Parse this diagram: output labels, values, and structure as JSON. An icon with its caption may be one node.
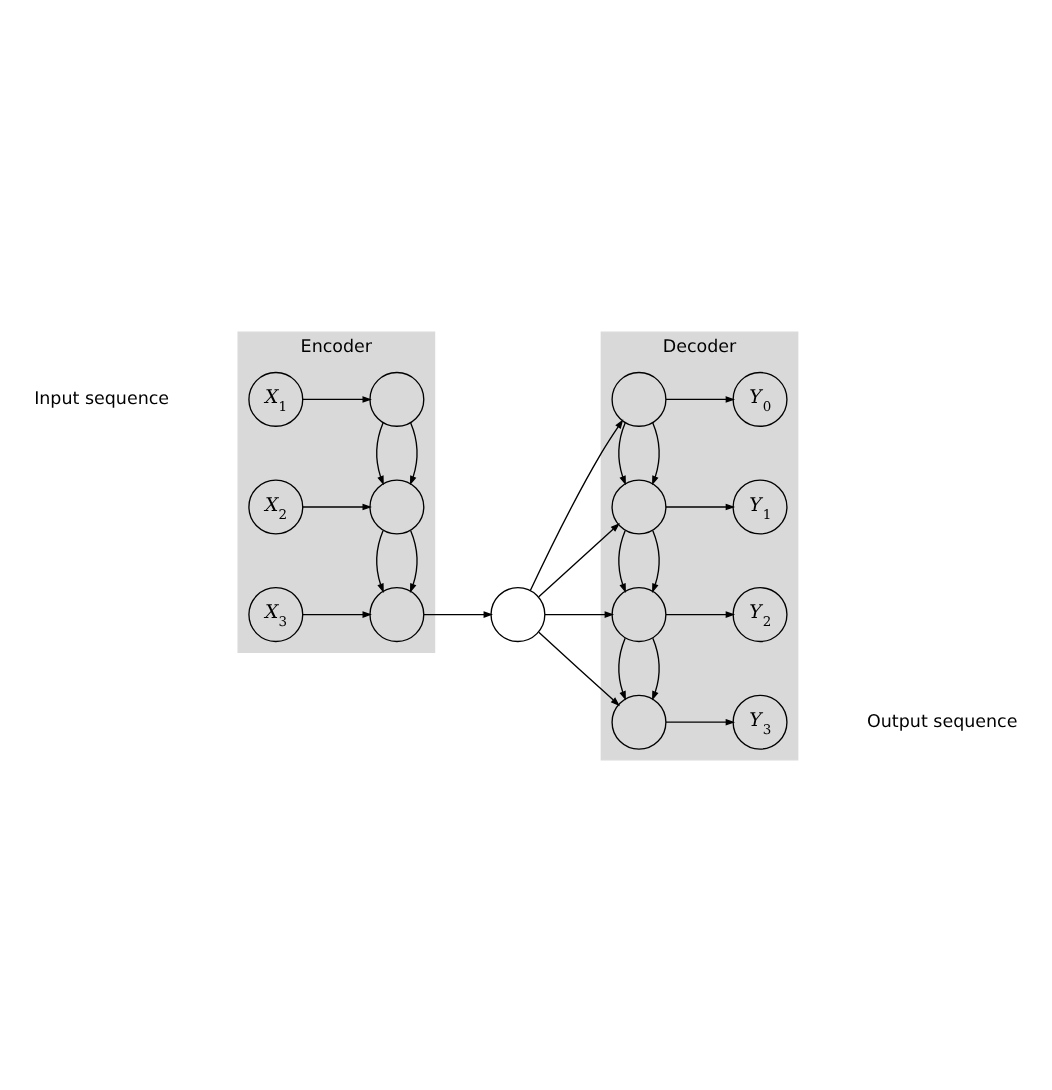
{
  "diagram": {
    "nodes": [
      {
        "text": [
          "Encoder"
        ]
      },
      {
        "text": [
          "X$_{1}$"
        ],
        "in": 0
      },
      {
        "text": [],
        "shape": "circle",
        "in": 0
      },
      {
        "text": [
          "X$_{2}$"
        ],
        "in": 0
      },
      {
        "text": [],
        "shape": "circle",
        "in": 0
      },
      {
        "text": [
          "X$_{3}$"
        ],
        "in": 0
      },
      {
        "text": [],
        "shape": "circle",
        "in": 0
      },
      {
        "text": [],
        "shape": "circle"
      },
      {
        "text": [
          "Decoder"
        ]
      },
      {
        "text": [],
        "shape": "circle",
        "in": 8
      },
      {
        "text": [
          "Y$_{0}$"
        ],
        "in": 8
      },
      {
        "text": [],
        "shape": "circle",
        "in": 8
      },
      {
        "text": [
          "Y$_{1}$"
        ],
        "in": 8
      },
      {
        "text": [],
        "shape": "circle",
        "in": 8
      },
      {
        "text": [
          "Y$_{2}$"
        ],
        "in": 8
      },
      {
        "text": [],
        "shape": "circle",
        "in": 8
      },
      {
        "text": [
          "Y$_{3}$"
        ],
        "in": 8
      }
    ],
    "edges": [
      {
        "from": 1,
        "to": 2,
        "arrow": "to"
      },
      {
        "from": 3,
        "to": 4,
        "arrow": "to"
      },
      {
        "from": 5,
        "to": 6,
        "arrow": "to"
      },
      {
        "from": 2,
        "to": 4,
        "arrow": "to"
      },
      {
        "from": 2,
        "to": 4,
        "arrow": "to"
      },
      {
        "from": 4,
        "to": 6,
        "arrow": "to"
      },
      {
        "from": 4,
        "to": 6,
        "arrow": "to"
      },
      {
        "from": 6,
        "to": 7,
        "arrow": "to"
      },
      {
        "from": 7,
        "to": 9,
        "arrow": "to"
      },
      {
        "from": 7,
        "to": 11,
        "arrow": "to"
      },
      {
        "from": 7,
        "to": 13,
        "arrow": "to"
      },
      {
        "from": 7,
        "to": 15,
        "arrow": "to"
      },
      {
        "from": 9,
        "to": 11,
        "arrow": "to"
      },
      {
        "from": 9,
        "to": 11,
        "arrow": "to"
      },
      {
        "from": 11,
        "to": 13,
        "arrow": "to"
      },
      {
        "from": 11,
        "to": 13,
        "arrow": "to"
      },
      {
        "from": 13,
        "to": 15,
        "arrow": "to"
      },
      {
        "from": 13,
        "to": 15,
        "arrow": "to"
      },
      {
        "from": 9,
        "to": 10,
        "arrow": "to"
      },
      {
        "from": 11,
        "to": 12,
        "arrow": "to"
      },
      {
        "from": 13,
        "to": 14,
        "arrow": "to"
      },
      {
        "from": 15,
        "to": 16,
        "arrow": "to"
      }
    ],
    "labels": [
      "Input sequence",
      "Output sequence"
    ]
  }
}
